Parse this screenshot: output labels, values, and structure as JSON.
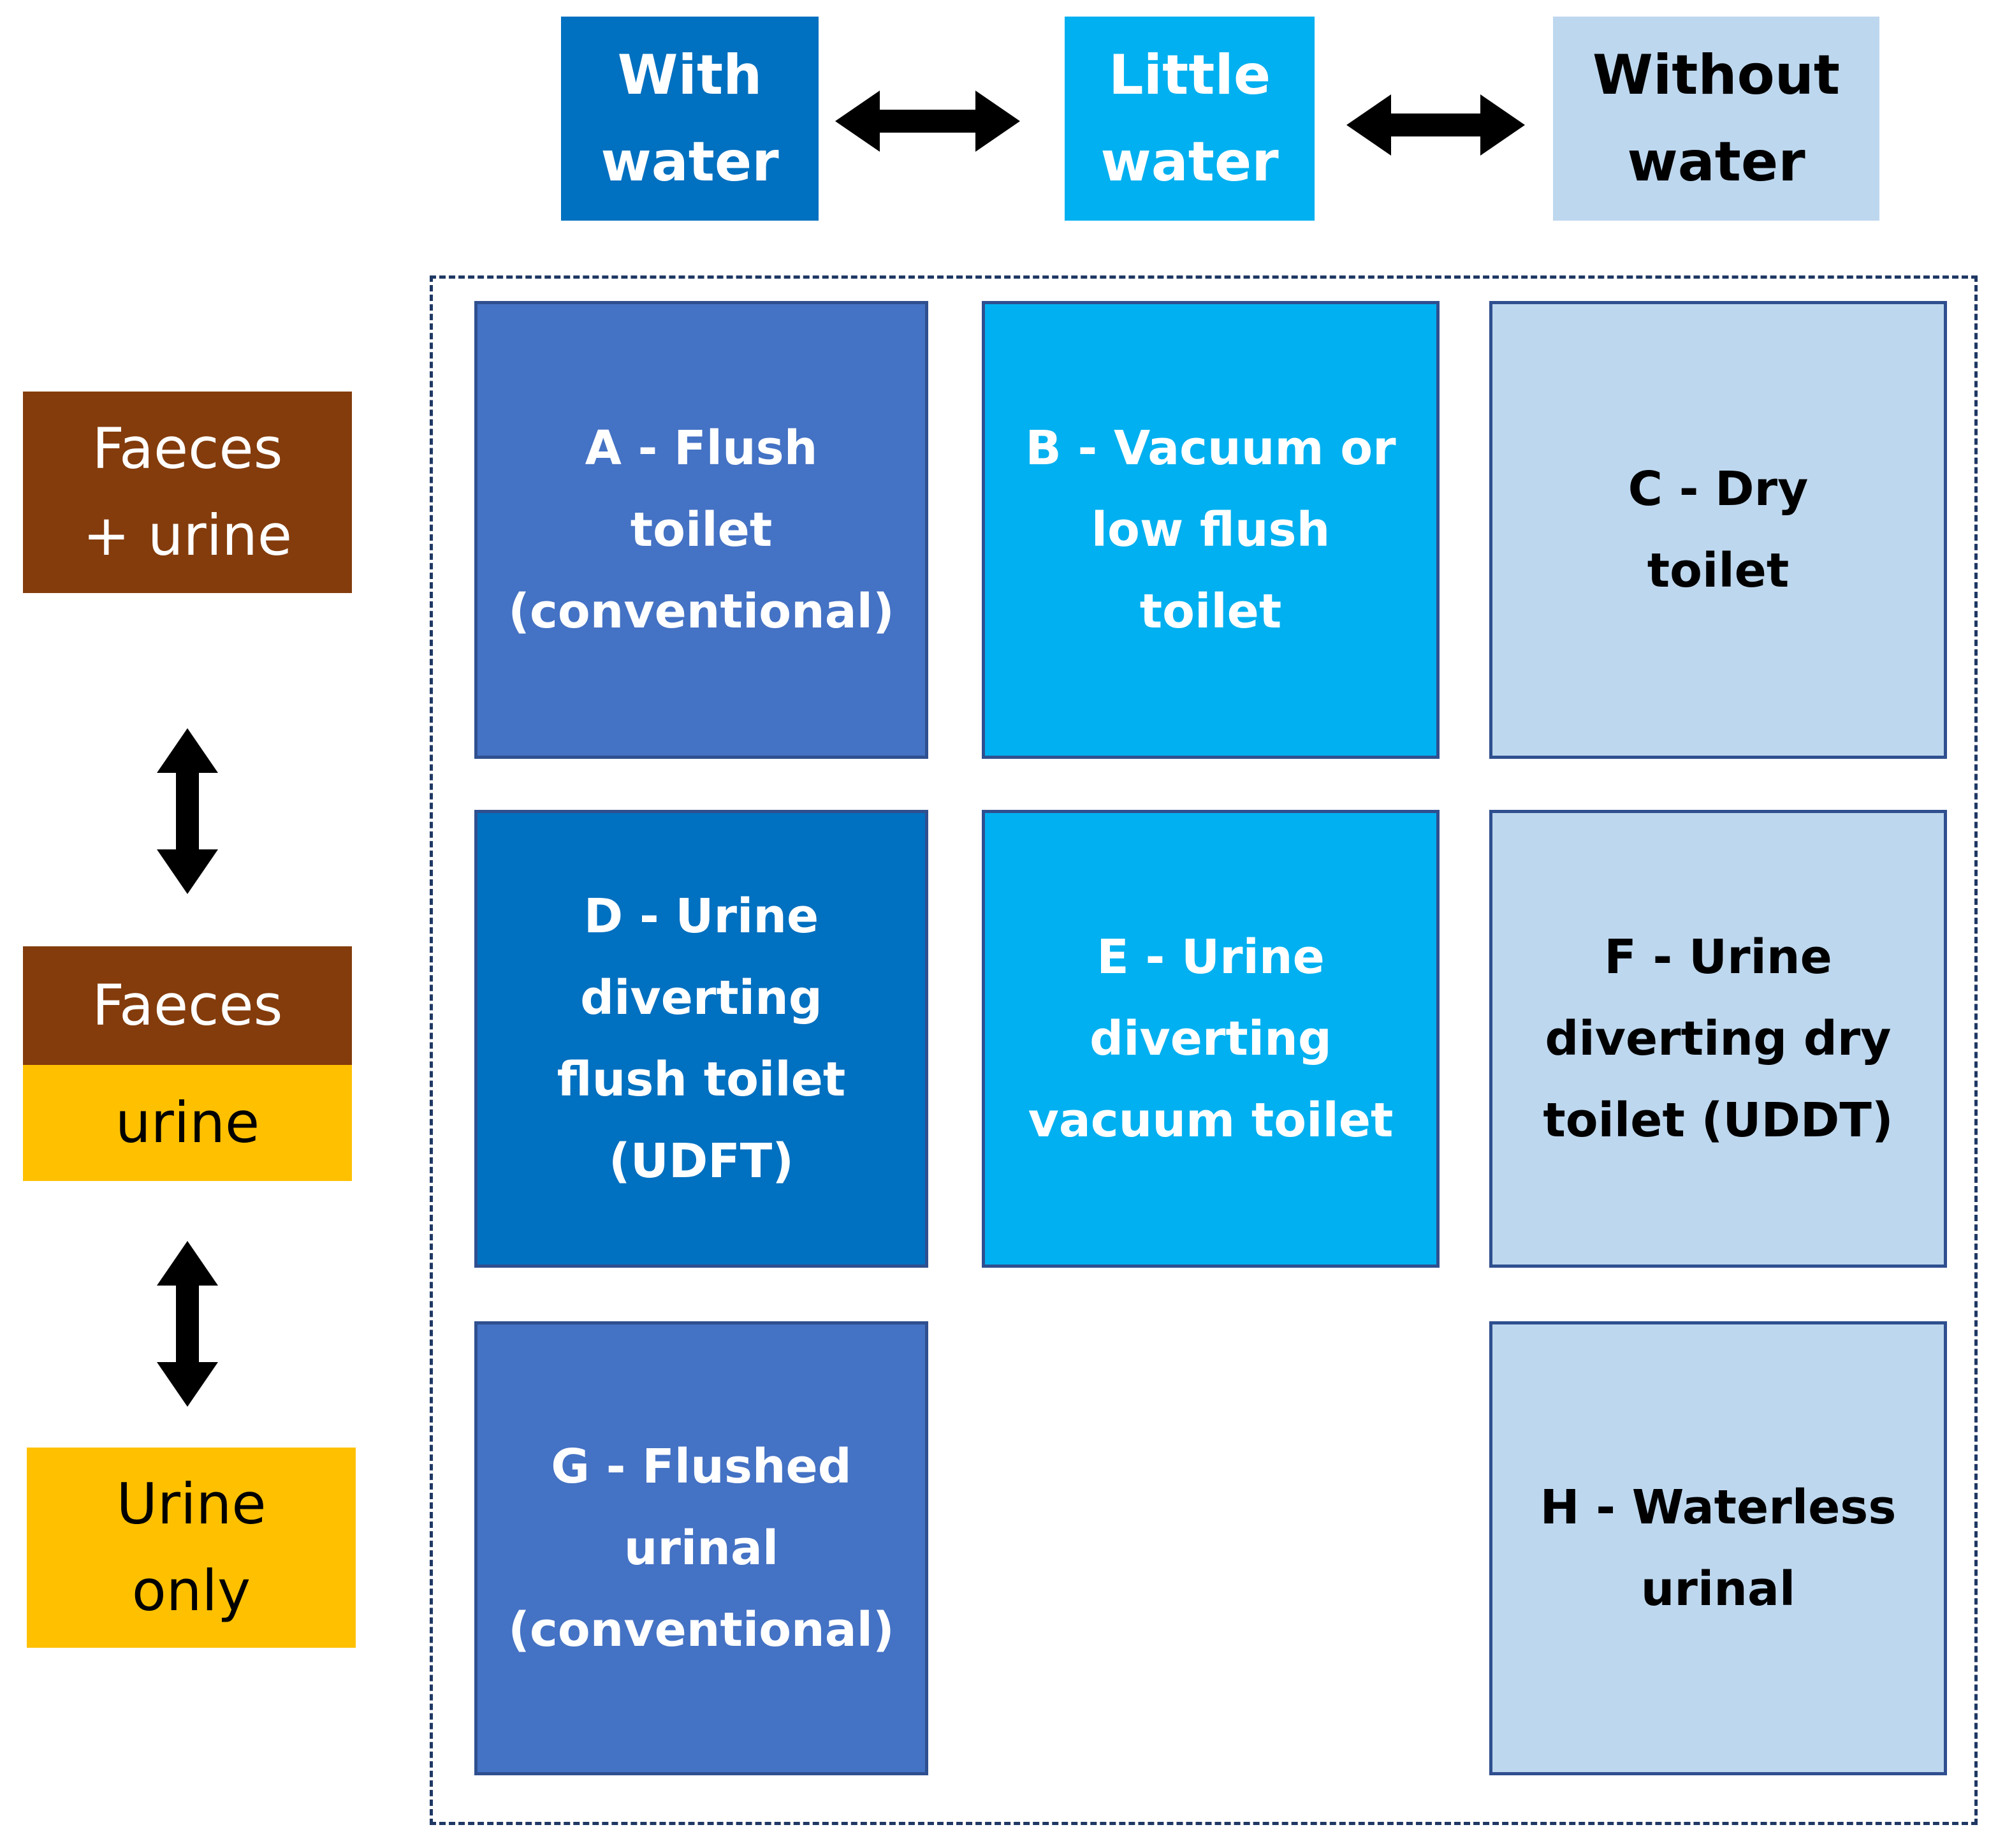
{
  "colors": {
    "with_water": "#0070c0",
    "little_water": "#00b0f0",
    "without_water": "#bdd7ee",
    "mid_blue": "#4472c4",
    "faeces_brown": "#843c0c",
    "urine_yellow": "#ffc000",
    "text_white": "#ffffff",
    "text_black": "#000000"
  },
  "water_axis": {
    "with_water": "With\nwater",
    "little_water": "Little\nwater",
    "without_water": "Without\nwater"
  },
  "excreta_axis": {
    "faeces_urine": "Faeces\n+ urine",
    "faeces": "Faeces",
    "urine": "urine",
    "urine_only": "Urine\nonly"
  },
  "toilets": {
    "a": "A - Flush\ntoilet\n(conventional)",
    "b": "B - Vacuum or\nlow flush\ntoilet",
    "c": "C - Dry\ntoilet",
    "d": "D - Urine\ndiverting\nflush toilet\n(UDFT)",
    "e": "E - Urine\ndiverting\nvacuum toilet",
    "f": "F - Urine\ndiverting dry\ntoilet (UDDT)",
    "g": "G - Flushed\nurinal\n(conventional)",
    "h": "H - Waterless\nurinal"
  }
}
